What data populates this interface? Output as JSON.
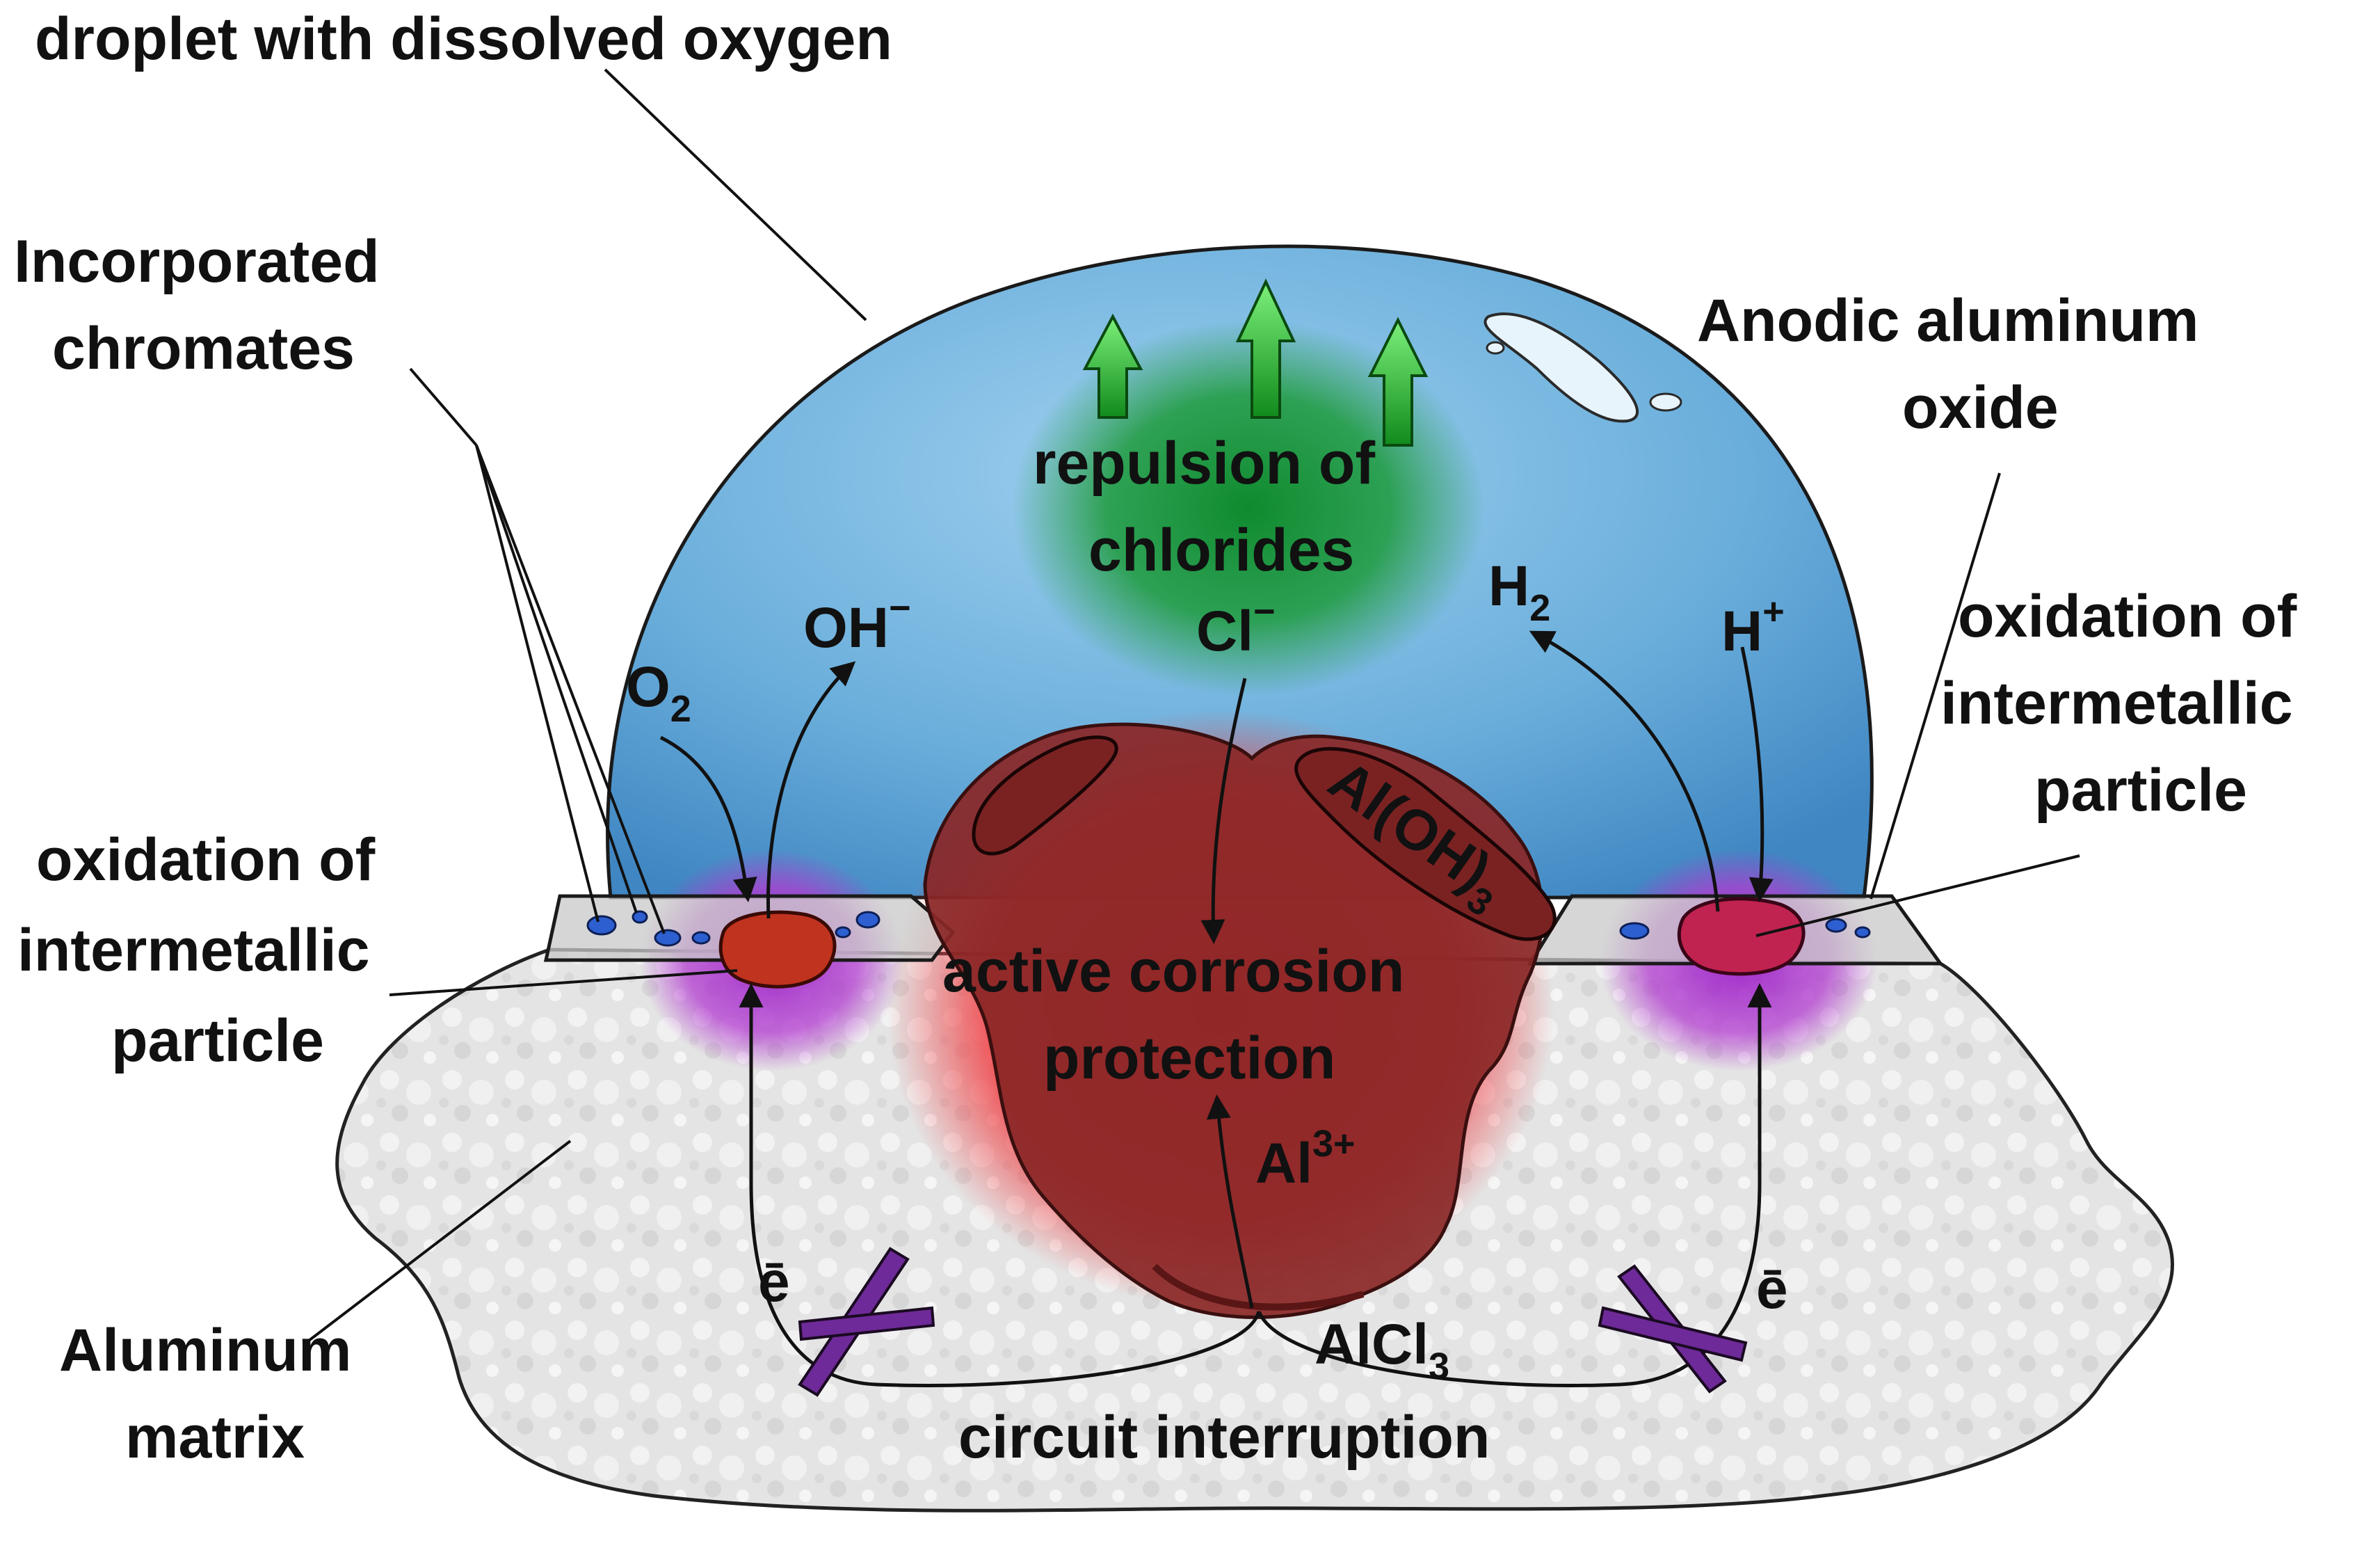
{
  "labels": {
    "droplet": "droplet with dissolved oxygen",
    "incorporated_1": "Incorporated",
    "incorporated_2": "chromates",
    "anodic_1": "Anodic aluminum",
    "anodic_2": "oxide",
    "oxidation_right_1": "oxidation of",
    "oxidation_right_2": "intermetallic",
    "oxidation_right_3": "particle",
    "oxidation_left_1": "oxidation of",
    "oxidation_left_2": "intermetallic",
    "oxidation_left_3": "particle",
    "aluminum_matrix_1": "Aluminum",
    "aluminum_matrix_2": "matrix",
    "repulsion_1": "repulsion of",
    "repulsion_2": "chlorides",
    "active_1": "active corrosion",
    "active_2": "protection",
    "circuit": "circuit interruption"
  },
  "chemistry": {
    "o2": "O",
    "o2_sub": "2",
    "oh": "OH",
    "oh_sup": "−",
    "cl": "Cl",
    "cl_sup": "−",
    "h2": "H",
    "h2_sub": "2",
    "hplus": "H",
    "hplus_sup": "+",
    "aloh3": "Al(OH)",
    "aloh3_sub": "3",
    "al3": "Al",
    "al3_sup": "3+",
    "alcl3": "AlCl",
    "alcl3_sub": "3",
    "electron_left": "ē",
    "electron_right": "ē"
  },
  "colors": {
    "droplet": "#6aaedb",
    "chloride_zone": "#1c9a3a",
    "corrosion_zone": "#e8383c",
    "intermetallic_zone": "#b23bd0",
    "corrosion_pit": "#8a2626",
    "matrix": "#e6e6e6",
    "oxide_layer": "#c9c9c9",
    "chromate": "#2d5fd0",
    "interruption_cross": "#6e2a98",
    "green_arrow": "#22b02c"
  }
}
